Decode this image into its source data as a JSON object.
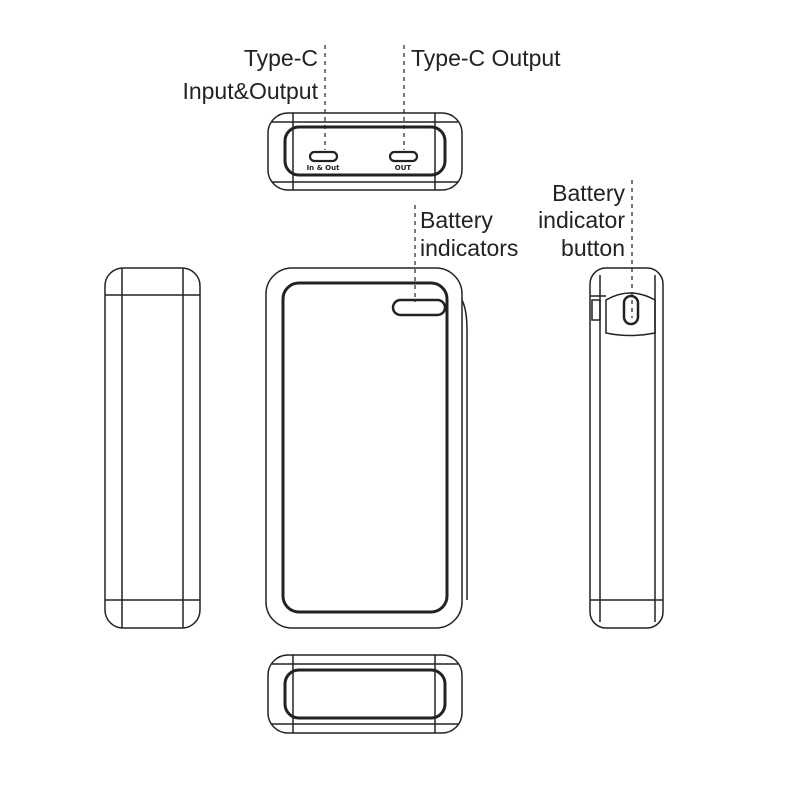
{
  "labels": {
    "typec_io_line1": "Type-C",
    "typec_io_line2": "Input&Output",
    "typec_out": "Type-C Output",
    "indicators_line1": "Battery",
    "indicators_line2": "indicators",
    "button_line1": "Battery",
    "button_line2": "indicator",
    "button_line3": "button"
  },
  "ports": {
    "in_out": "In & Out",
    "out": "OUT"
  },
  "colors": {
    "stroke": "#222222",
    "background": "#ffffff"
  }
}
